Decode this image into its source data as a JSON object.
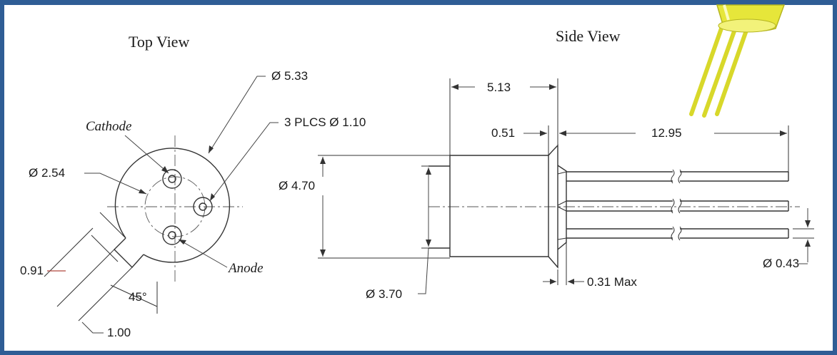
{
  "views": {
    "top_title": "Top View",
    "side_title": "Side View"
  },
  "top_view": {
    "body_diameter": "Ø 5.33",
    "pin_spec": "3 PLCS Ø 1.10",
    "cathode_label": "Cathode",
    "anode_label": "Anode",
    "pin_circle_diameter": "Ø 2.54",
    "tab_width": "0.91",
    "tab_angle": "45°",
    "tab_length": "1.00"
  },
  "side_view": {
    "body_length": "5.13",
    "flange_thickness": "0.51",
    "lead_length": "12.95",
    "flange_diameter": "Ø 4.70",
    "cap_diameter": "Ø 3.70",
    "flange_gap": "0.31 Max",
    "lead_diameter": "Ø 0.43"
  },
  "colors": {
    "frame": "#2f5d95",
    "accent_lines": "#b0473f",
    "product_photo": "#e6e63a"
  }
}
